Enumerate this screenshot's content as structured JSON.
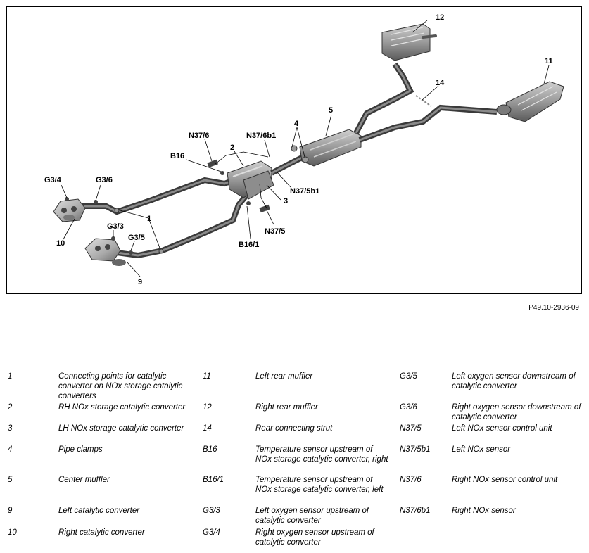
{
  "figure_id": "P49.10-2936-09",
  "callouts": {
    "c12": "12",
    "c11": "11",
    "c14": "14",
    "c5": "5",
    "c4": "4",
    "cN376": "N37/6",
    "cN376b1": "N37/6b1",
    "cB16": "B16",
    "c2": "2",
    "cN375b1": "N37/5b1",
    "c3": "3",
    "cN375": "N37/5",
    "cB161": "B16/1",
    "cG34": "G3/4",
    "cG36": "G3/6",
    "c1": "1",
    "cG33": "G3/3",
    "cG35": "G3/5",
    "c10": "10",
    "c9": "9"
  },
  "legend": {
    "col1": [
      {
        "code": "1",
        "text": "Connecting points for catalytic converter on NOx storage catalytic converters"
      },
      {
        "code": "2",
        "text": "RH NOx storage catalytic converter"
      },
      {
        "code": "3",
        "text": "LH NOx storage catalytic converter"
      },
      {
        "code": "4",
        "text": "Pipe clamps"
      },
      {
        "code": "5",
        "text": "Center muffler"
      },
      {
        "code": "9",
        "text": "Left catalytic converter"
      },
      {
        "code": "10",
        "text": "Right catalytic converter"
      }
    ],
    "col2": [
      {
        "code": "11",
        "text": "Left rear muffler"
      },
      {
        "code": "12",
        "text": "Right rear muffler"
      },
      {
        "code": "14",
        "text": "Rear connecting strut"
      },
      {
        "code": "B16",
        "text": "Temperature sensor upstream of NOx storage catalytic converter, right"
      },
      {
        "code": "B16/1",
        "text": "Temperature sensor upstream of NOx storage catalytic converter, left"
      },
      {
        "code": "G3/3",
        "text": "Left oxygen sensor upstream of catalytic converter"
      },
      {
        "code": "G3/4",
        "text": "Right oxygen sensor upstream of catalytic converter"
      }
    ],
    "col3": [
      {
        "code": "G3/5",
        "text": "Left oxygen sensor downstream of catalytic converter"
      },
      {
        "code": "G3/6",
        "text": "Right oxygen sensor downstream of catalytic converter"
      },
      {
        "code": "N37/5",
        "text": "Left NOx sensor control unit"
      },
      {
        "code": "N37/5b1",
        "text": "Left NOx sensor"
      },
      {
        "code": "N37/6",
        "text": "Right NOx sensor control unit"
      },
      {
        "code": "N37/6b1",
        "text": "Right NOx sensor"
      }
    ]
  }
}
